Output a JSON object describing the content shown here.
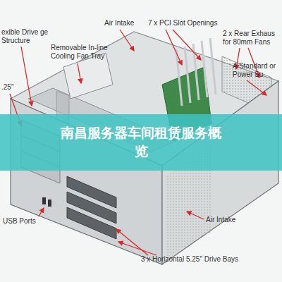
{
  "diagram": {
    "nodes": [
      {
        "text": [
          "南昌服务器车间租赁服务概览"
        ]
      }
    ],
    "labels": [
      "exible Drive ge Structure",
      ".25\"",
      "Removable In-line Cooling Fan Tray",
      "Air Intake",
      "7 x PCI Slot Openings",
      "2 x Rear Exhaus for 80mm Fans",
      "A Standard or Power Su",
      "USB Ports",
      "Air Intake",
      "3 x Horizontal 5.25\" Drive Bays"
    ]
  }
}
